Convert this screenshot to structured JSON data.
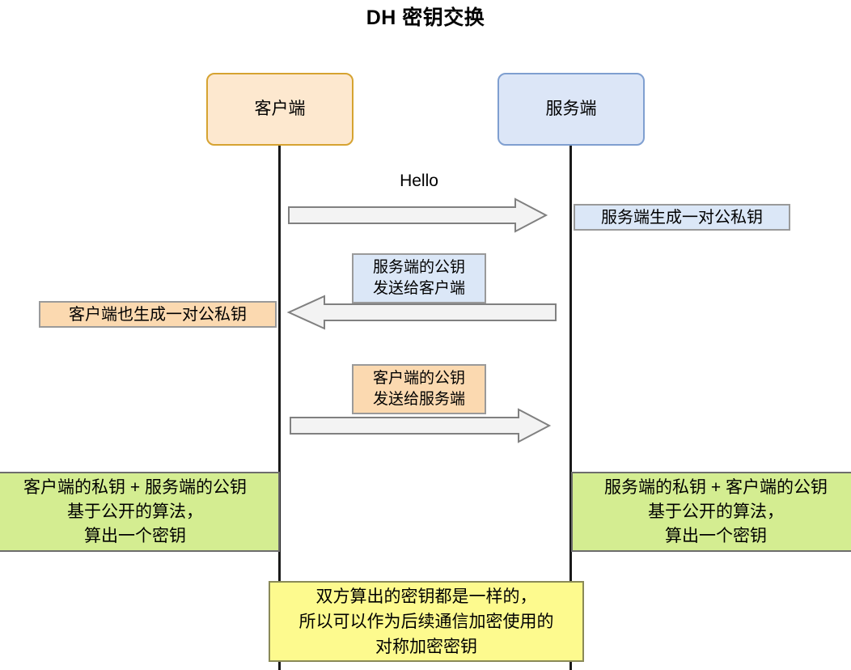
{
  "title": "DH 密钥交换",
  "colors": {
    "client_fill": "#fde8cf",
    "client_border": "#d6a331",
    "server_fill": "#dce6f7",
    "server_border": "#7f9fd0",
    "note_blue": "#dbe7f7",
    "note_orange": "#fbd9b0",
    "note_green": "#d4ed91",
    "note_yellow": "#fdfa8e",
    "arrow_fill": "#f3f3f3",
    "arrow_border": "#808080",
    "lifeline": "#1a1a1a"
  },
  "participants": {
    "client": {
      "label": "客户端"
    },
    "server": {
      "label": "服务端"
    }
  },
  "messages": [
    {
      "id": "hello",
      "label": "Hello",
      "direction": "client-to-server",
      "style": "plain"
    },
    {
      "id": "server-public-key",
      "label": "服务端的公钥\n发送给客户端",
      "direction": "server-to-client",
      "style": "blue-box"
    },
    {
      "id": "client-public-key",
      "label": "客户端的公钥\n发送给服务端",
      "direction": "client-to-server",
      "style": "orange-box"
    }
  ],
  "notes": {
    "server_generates": "服务端生成一对公私钥",
    "client_generates": "客户端也生成一对公私钥",
    "client_compute": "客户端的私钥 + 服务端的公钥\n基于公开的算法，\n算出一个密钥",
    "server_compute": "服务端的私钥 +  客户端的公钥\n基于公开的算法，\n算出一个密钥",
    "conclusion": "双方算出的密钥都是一样的，\n所以可以作为后续通信加密使用的\n对称加密密钥"
  }
}
